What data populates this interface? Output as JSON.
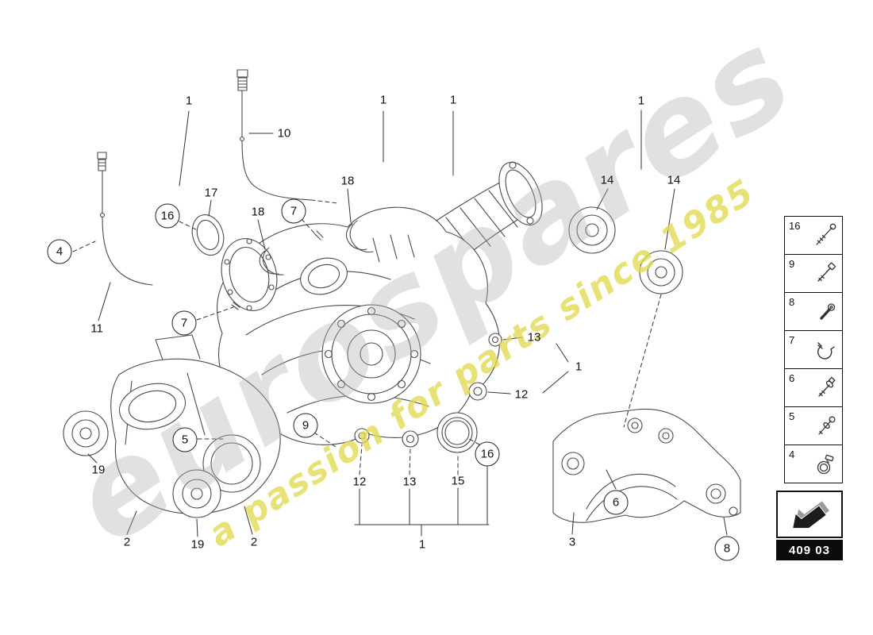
{
  "watermark": {
    "brand": "eurospares",
    "tagline": "a passion for parts since 1985",
    "brand_color": "#bdbdbd",
    "tagline_color": "#e2d850"
  },
  "part_code_box": {
    "code": "409 03"
  },
  "legend": {
    "items": [
      {
        "number": "16",
        "icon": "long-bolt-icon"
      },
      {
        "number": "9",
        "icon": "hex-bolt-icon"
      },
      {
        "number": "8",
        "icon": "torx-screw-icon"
      },
      {
        "number": "7",
        "icon": "spring-clamp-icon"
      },
      {
        "number": "6",
        "icon": "hex-flange-bolt-icon"
      },
      {
        "number": "5",
        "icon": "hex-collar-bolt-icon"
      },
      {
        "number": "4",
        "icon": "hose-clamp-icon"
      }
    ]
  },
  "callouts": [
    {
      "label": "1",
      "circled": false
    },
    {
      "label": "10",
      "circled": false
    },
    {
      "label": "1",
      "circled": false
    },
    {
      "label": "1",
      "circled": false
    },
    {
      "label": "1",
      "circled": false
    },
    {
      "label": "16",
      "circled": true
    },
    {
      "label": "17",
      "circled": false
    },
    {
      "label": "18",
      "circled": false
    },
    {
      "label": "18",
      "circled": false
    },
    {
      "label": "7",
      "circled": true
    },
    {
      "label": "4",
      "circled": true
    },
    {
      "label": "14",
      "circled": false
    },
    {
      "label": "14",
      "circled": false
    },
    {
      "label": "11",
      "circled": false
    },
    {
      "label": "7",
      "circled": true
    },
    {
      "label": "13",
      "circled": false
    },
    {
      "label": "1",
      "circled": false
    },
    {
      "label": "12",
      "circled": false
    },
    {
      "label": "5",
      "circled": true
    },
    {
      "label": "9",
      "circled": true
    },
    {
      "label": "19",
      "circled": false
    },
    {
      "label": "2",
      "circled": false
    },
    {
      "label": "19",
      "circled": false
    },
    {
      "label": "2",
      "circled": false
    },
    {
      "label": "12",
      "circled": false
    },
    {
      "label": "13",
      "circled": false
    },
    {
      "label": "15",
      "circled": false
    },
    {
      "label": "16",
      "circled": true
    },
    {
      "label": "1",
      "circled": false
    },
    {
      "label": "6",
      "circled": true
    },
    {
      "label": "3",
      "circled": false
    },
    {
      "label": "8",
      "circled": true
    }
  ]
}
